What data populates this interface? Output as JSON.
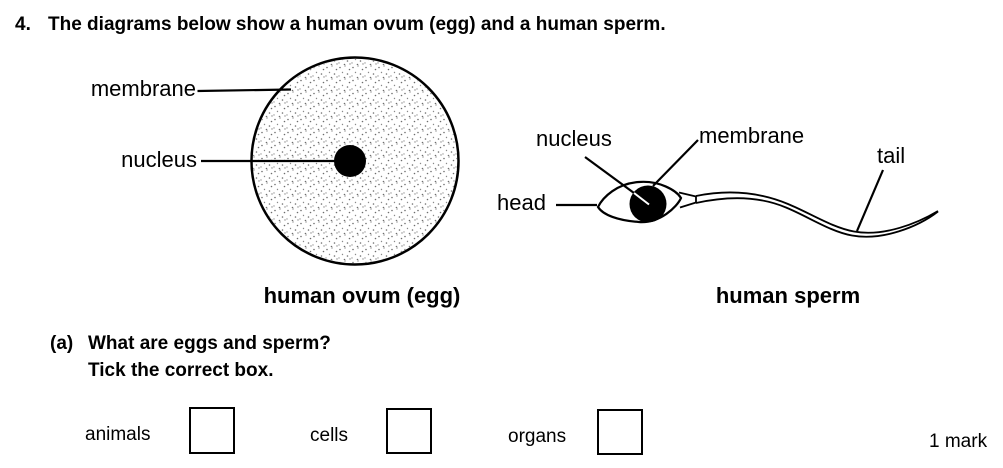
{
  "header": {
    "number": "4.",
    "text": "The diagrams below show a human ovum (egg) and a human sperm."
  },
  "ovum": {
    "label_membrane": "membrane",
    "label_nucleus": "nucleus",
    "caption": "human ovum (egg)"
  },
  "sperm": {
    "label_nucleus": "nucleus",
    "label_membrane": "membrane",
    "label_head": "head",
    "label_tail": "tail",
    "caption": "human sperm"
  },
  "part_a": {
    "label": "(a)",
    "question": "What are eggs and sperm?",
    "instruction": "Tick the correct box.",
    "options": [
      {
        "label": "animals",
        "ticked": false
      },
      {
        "label": "cells",
        "ticked": false
      },
      {
        "label": "organs",
        "ticked": false
      }
    ],
    "marks": "1 mark"
  },
  "colors": {
    "ink": "#000000",
    "paper": "#ffffff",
    "stipple": "#6e6e6e"
  }
}
